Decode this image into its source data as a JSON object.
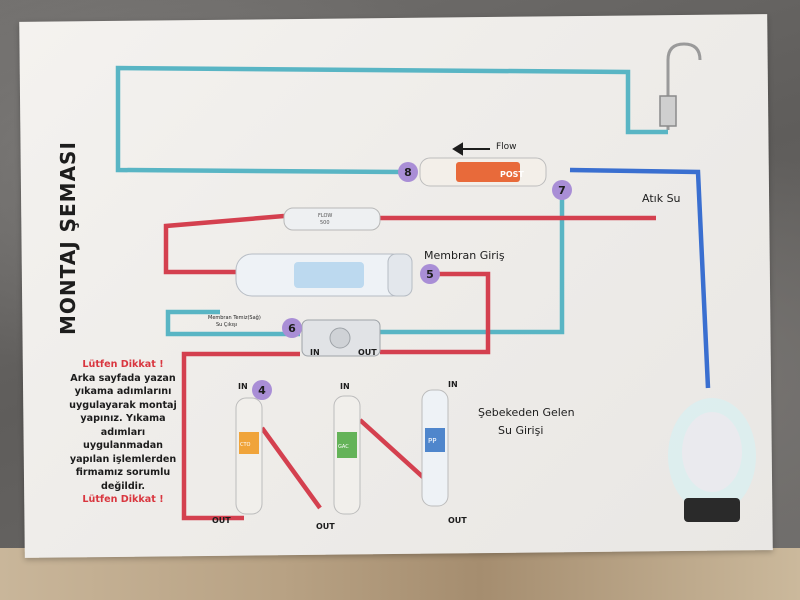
{
  "title": "MONTAJ ŞEMASI",
  "warning": {
    "heading": "Lütfen Dikkat !",
    "body": "Arka sayfada yazan yıkama adımlarını uygulayarak montaj yapınız. Yıkama adımları uygulanmadan yapılan işlemlerden firmamız sorumlu değildir.",
    "footer": "Lütfen Dikkat !"
  },
  "labels": {
    "flow": "Flow",
    "waste": "Atık Su",
    "membrane_inlet": "Membran Giriş",
    "mains_inlet_line1": "Şebekeden Gelen",
    "mains_inlet_line2": "Su Girişi",
    "membrane_flush": "Membran Temiz(Sağ)",
    "membrane_flush2": "Su Çıkışı",
    "flow_restrictor_top": "FLOW",
    "flow_restrictor_bottom": "500",
    "post_filter_label": "POST",
    "pp_label": "PP",
    "cto_label": "CTO",
    "gac_label": "GAC"
  },
  "io": {
    "in": "IN",
    "out": "OUT"
  },
  "badges": [
    "4",
    "5",
    "6",
    "7",
    "8"
  ],
  "colors": {
    "blue_line": "#59b5c4",
    "red_line": "#d4404f",
    "dark_blue_line": "#3a6fd0",
    "badge": "#a98ed6",
    "warning_red": "#d9363f"
  }
}
